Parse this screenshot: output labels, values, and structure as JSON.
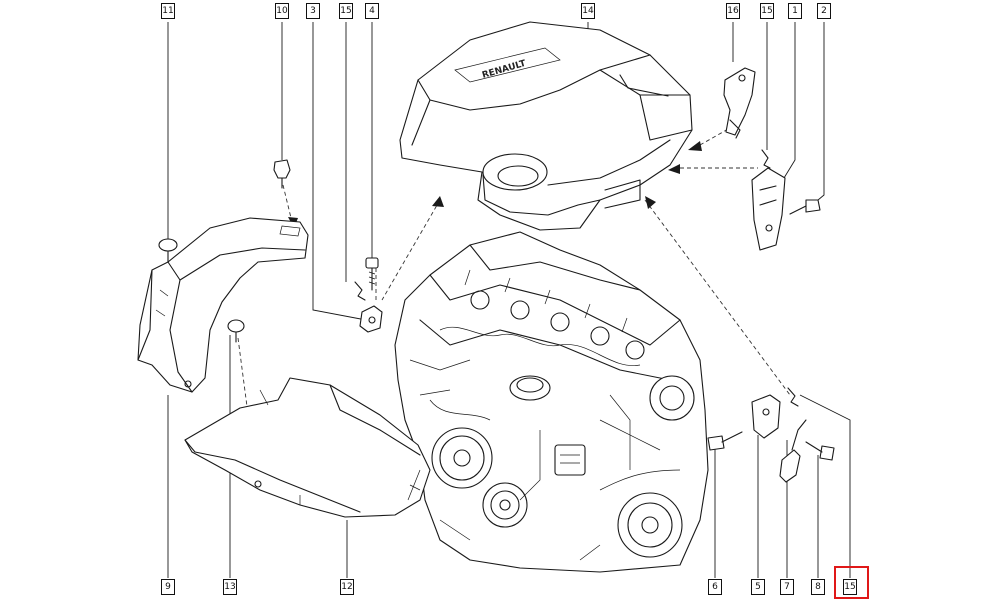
{
  "diagram": {
    "callouts_top": [
      {
        "id": "11",
        "label": "11"
      },
      {
        "id": "10",
        "label": "10"
      },
      {
        "id": "3",
        "label": "3"
      },
      {
        "id": "15a",
        "label": "15"
      },
      {
        "id": "4",
        "label": "4"
      },
      {
        "id": "14",
        "label": "14"
      },
      {
        "id": "16",
        "label": "16"
      },
      {
        "id": "15b",
        "label": "15"
      },
      {
        "id": "1",
        "label": "1"
      },
      {
        "id": "2",
        "label": "2"
      }
    ],
    "callouts_bottom": [
      {
        "id": "9",
        "label": "9"
      },
      {
        "id": "13",
        "label": "13"
      },
      {
        "id": "12",
        "label": "12"
      },
      {
        "id": "6",
        "label": "6"
      },
      {
        "id": "5",
        "label": "5"
      },
      {
        "id": "7",
        "label": "7"
      },
      {
        "id": "8",
        "label": "8"
      },
      {
        "id": "15c",
        "label": "15"
      }
    ],
    "highlighted_callout": "15c",
    "highlight_color": "#e01818",
    "cover_logo_text": "RENAULT"
  }
}
